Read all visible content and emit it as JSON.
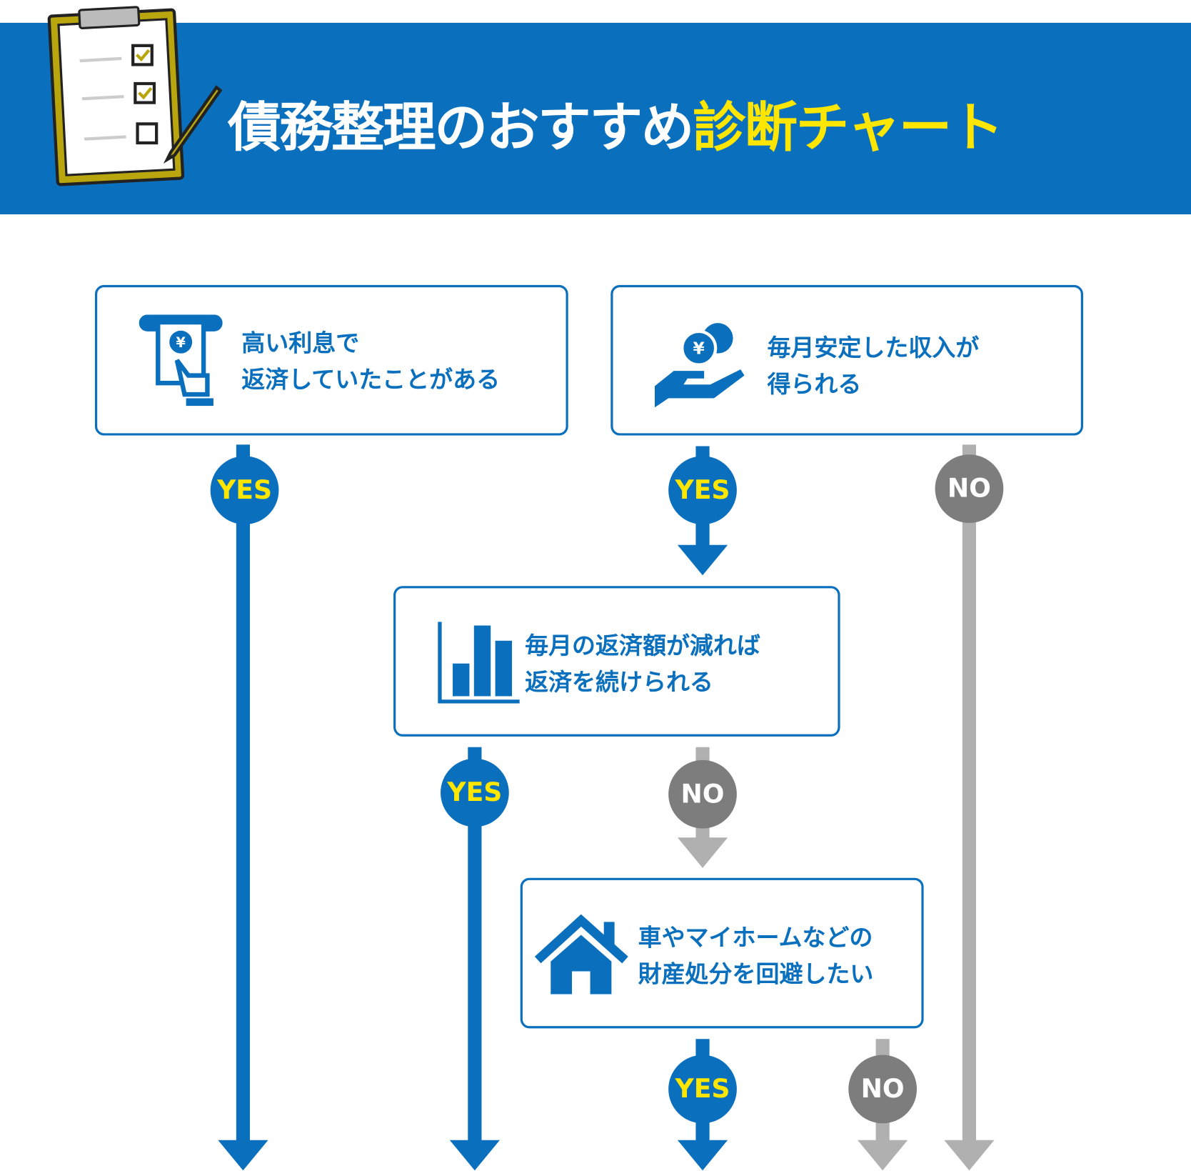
{
  "header": {
    "title_white": "債務整理のおすすめ",
    "title_yellow": "診断チャート"
  },
  "colors": {
    "blue": "#0a6fbd",
    "yellow": "#ffe600",
    "gray": "#b0b0b0",
    "gray_dark": "#7d7d7d"
  },
  "questions": [
    {
      "icon": "atm-card-icon",
      "lines": [
        "高い利息で",
        "返済していたことがある"
      ]
    },
    {
      "icon": "money-hand-icon",
      "lines": [
        "毎月安定した収入が",
        "得られる"
      ]
    },
    {
      "icon": "bar-chart-icon",
      "lines": [
        "毎月の返済額が減れば",
        "返済を続けられる"
      ]
    },
    {
      "icon": "house-icon",
      "lines": [
        "車やマイホームなどの",
        "財産処分を回避したい"
      ]
    }
  ],
  "labels": {
    "yes": "YES",
    "no": "NO"
  }
}
